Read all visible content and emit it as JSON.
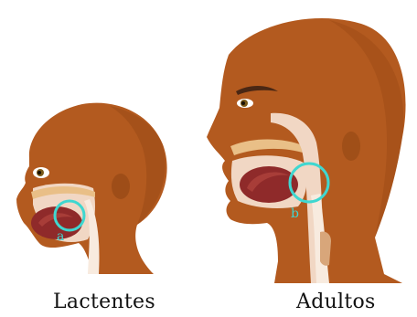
{
  "figure": {
    "captions": {
      "infant": "Lactentes",
      "adult": "Adultos"
    },
    "markers": {
      "infant": "a",
      "adult": "b"
    }
  },
  "colors": {
    "skin": "#b35a1f",
    "skin_shadow": "#8d4312",
    "tissue": "#f1d7c4",
    "tongue": "#8f2a2a",
    "tongue_light": "#b94b43",
    "airway": "#f8ebdf",
    "highlight": "#3fd7d0",
    "hair_brow": "#4a2714"
  }
}
